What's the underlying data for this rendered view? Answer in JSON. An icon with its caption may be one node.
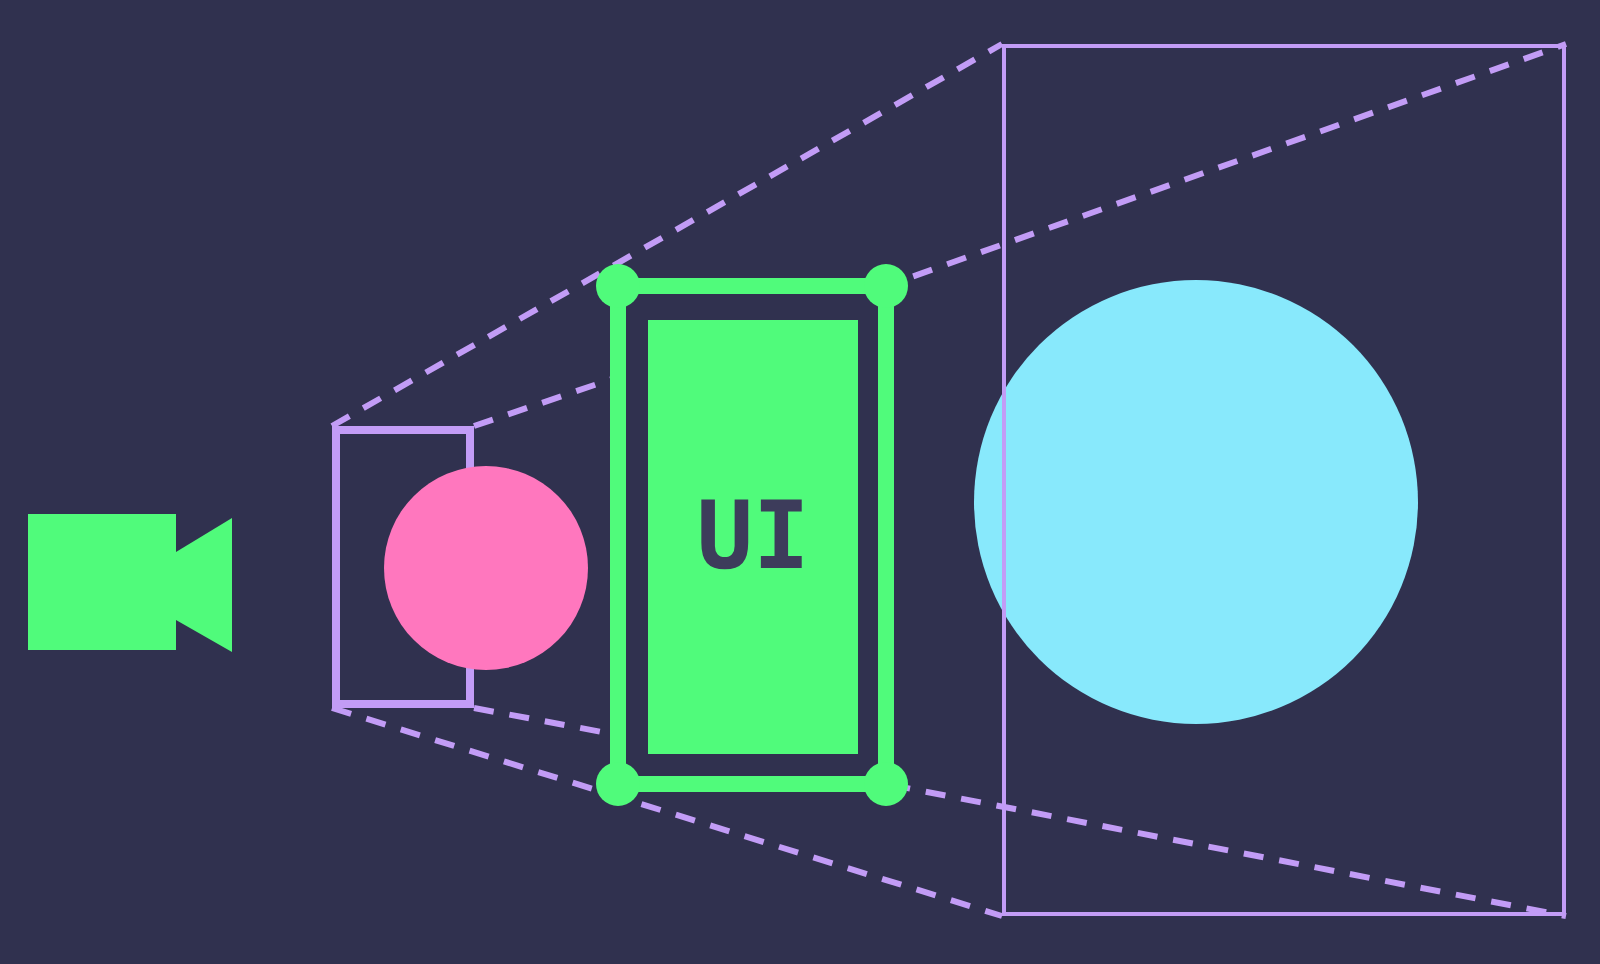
{
  "diagram": {
    "nodes": [
      {
        "text": [],
        "shape": "camera"
      },
      {
        "text": [],
        "shape": "box"
      },
      {
        "text": [],
        "shape": "circle"
      },
      {
        "text": [],
        "shape": "box"
      },
      {
        "text": [
          "UI"
        ],
        "in": 3
      },
      {
        "text": [],
        "shape": "circle"
      },
      {
        "text": [],
        "shape": "box"
      }
    ],
    "edges": [
      {
        "from": 1,
        "to": 6,
        "arrow": "none",
        "style": "dashed"
      },
      {
        "from": 1,
        "to": 6,
        "arrow": "none",
        "style": "dashed"
      },
      {
        "from": 1,
        "to": 6,
        "arrow": "none",
        "style": "dashed"
      },
      {
        "from": 1,
        "to": 6,
        "arrow": "none",
        "style": "dashed"
      }
    ]
  }
}
